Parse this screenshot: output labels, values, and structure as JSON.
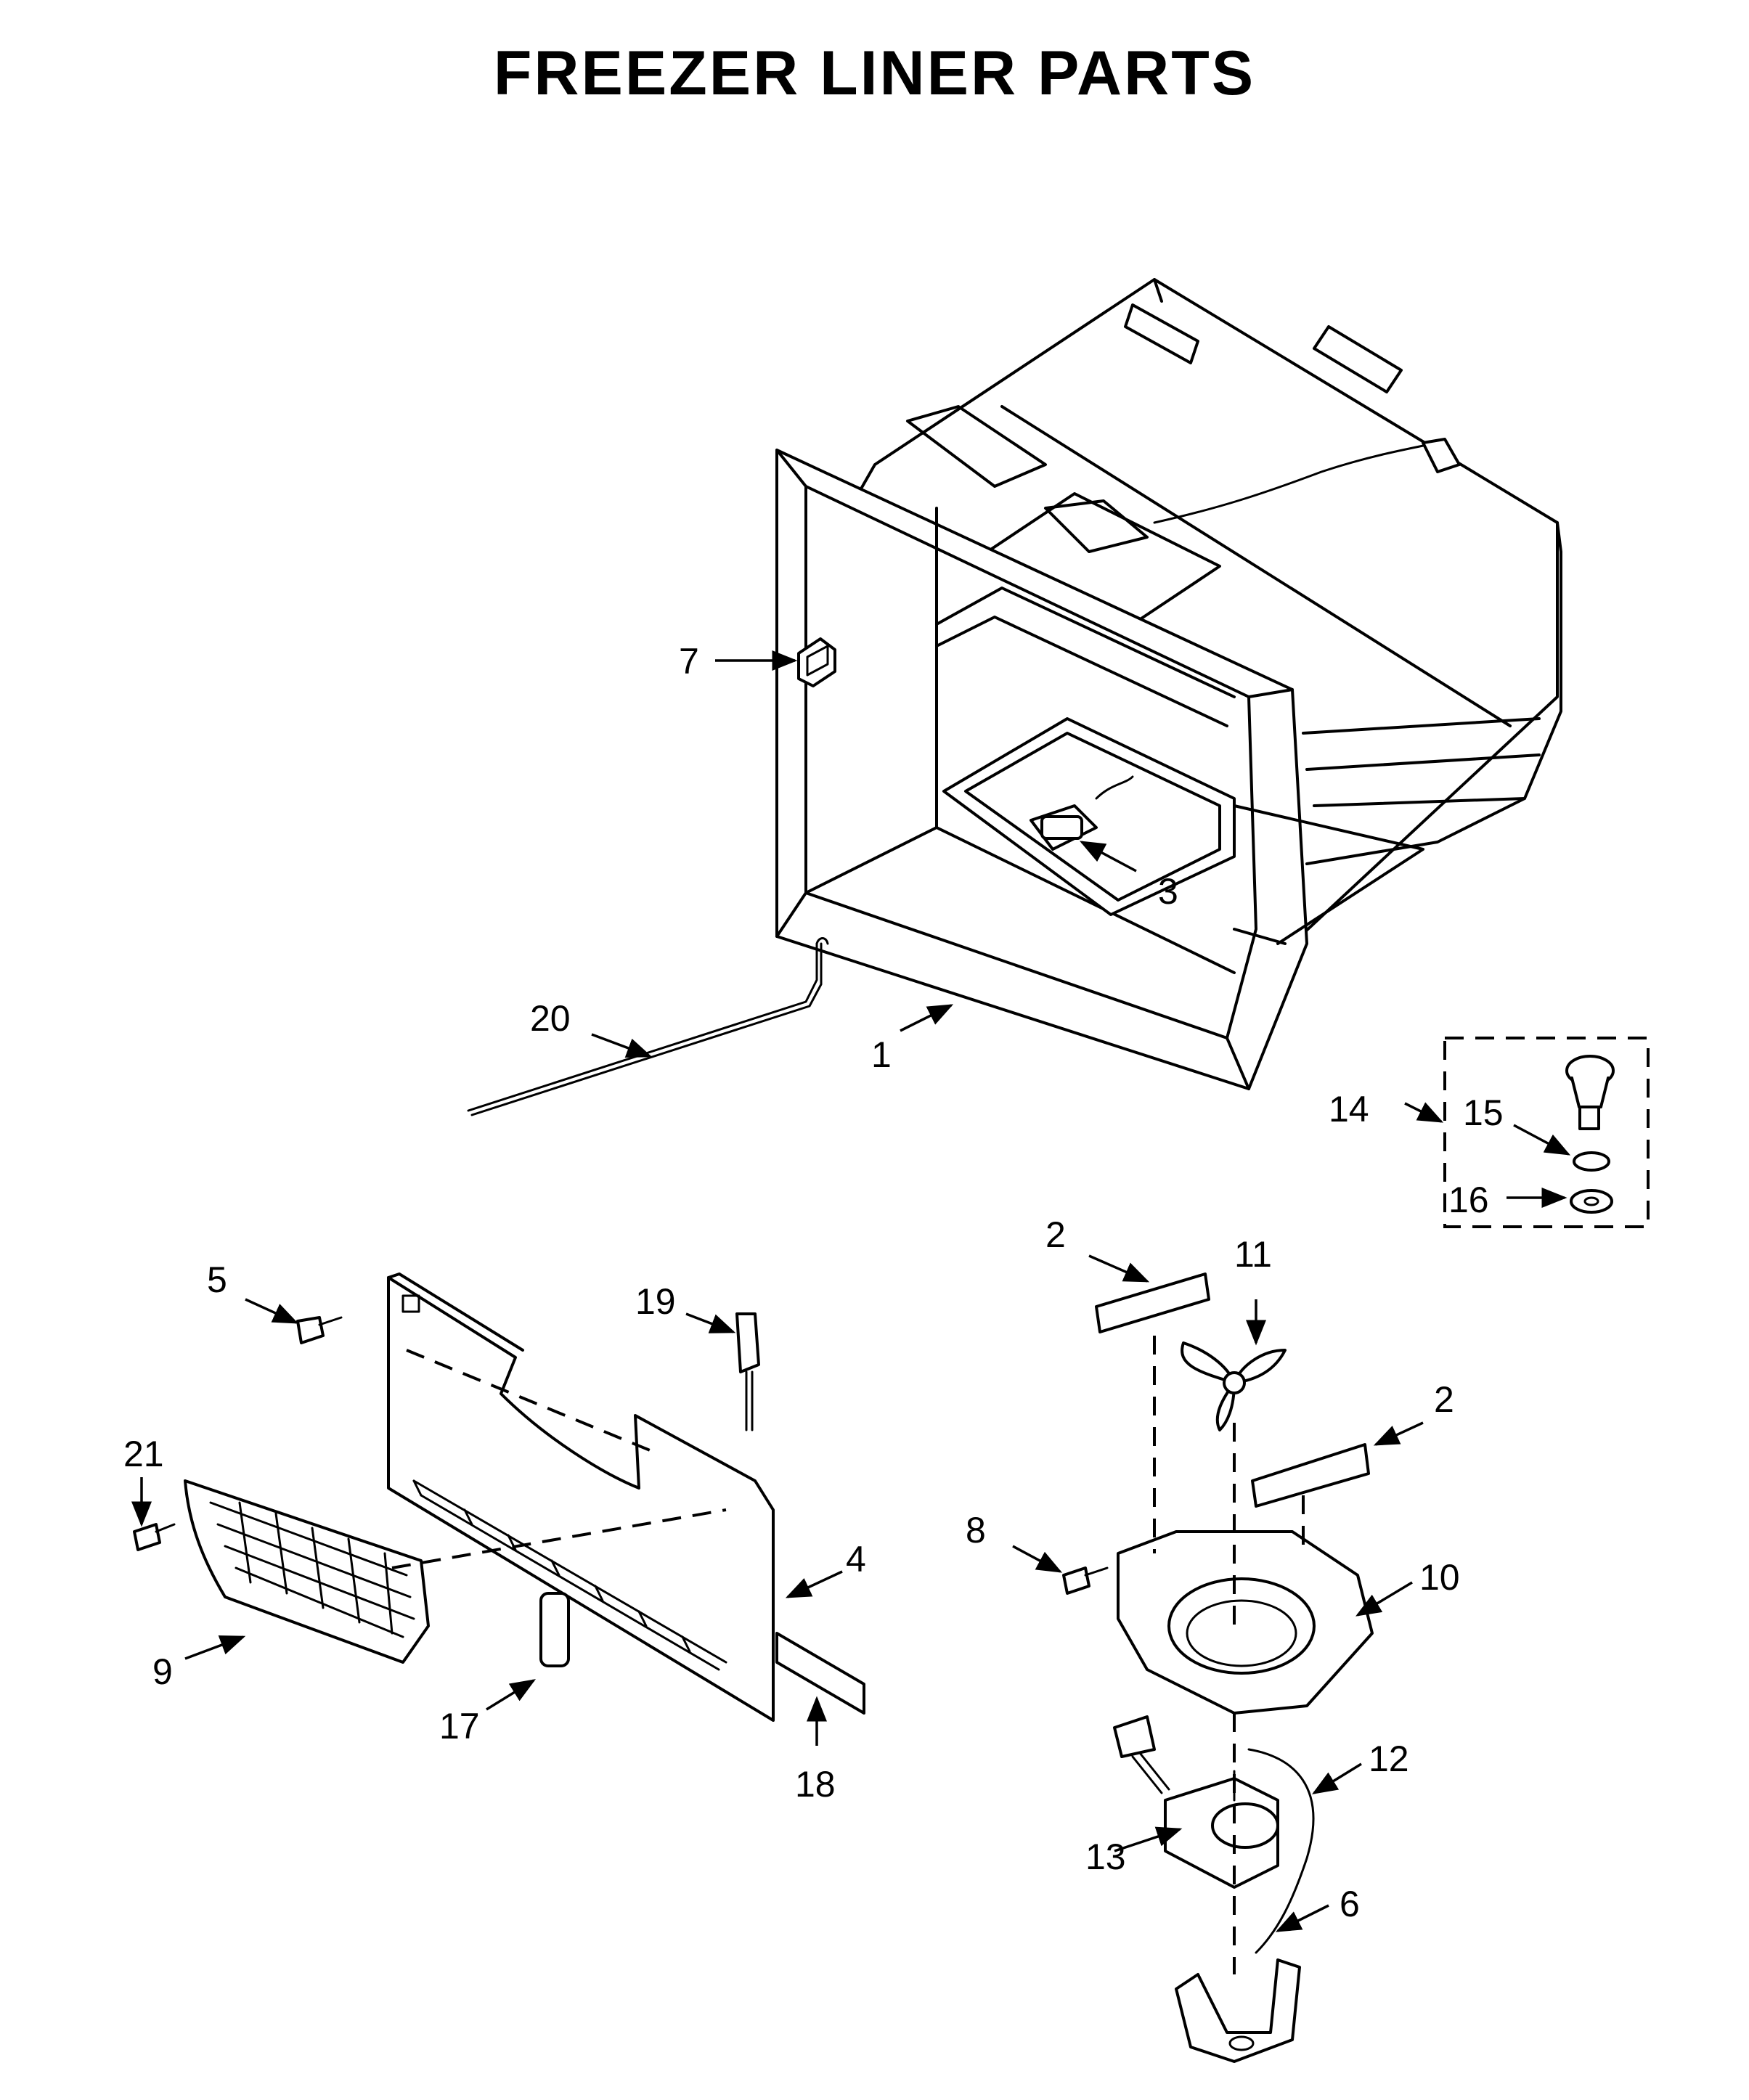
{
  "title": "FREEZER LINER PARTS",
  "callouts": {
    "c1": "1",
    "c2a": "2",
    "c2b": "2",
    "c3": "3",
    "c4": "4",
    "c5": "5",
    "c6": "6",
    "c7": "7",
    "c8": "8",
    "c9": "9",
    "c10": "10",
    "c11": "11",
    "c12": "12",
    "c13": "13",
    "c14": "14",
    "c15": "15",
    "c16": "16",
    "c17": "17",
    "c18": "18",
    "c19": "19",
    "c20": "20",
    "c21": "21"
  }
}
